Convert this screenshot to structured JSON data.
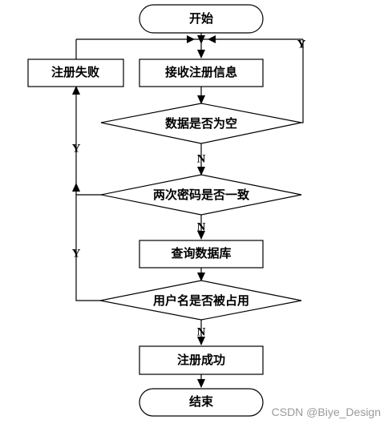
{
  "flowchart": {
    "start": "开始",
    "receive": "接收注册信息",
    "decision_empty": "数据是否为空",
    "decision_password": "两次密码是否一致",
    "query": "查询数据库",
    "decision_taken": "用户名是否被占用",
    "success": "注册成功",
    "fail": "注册失败",
    "end": "结束",
    "yes_label": "Y",
    "no_label": "N"
  },
  "watermark": "CSDN @Biye_Design"
}
